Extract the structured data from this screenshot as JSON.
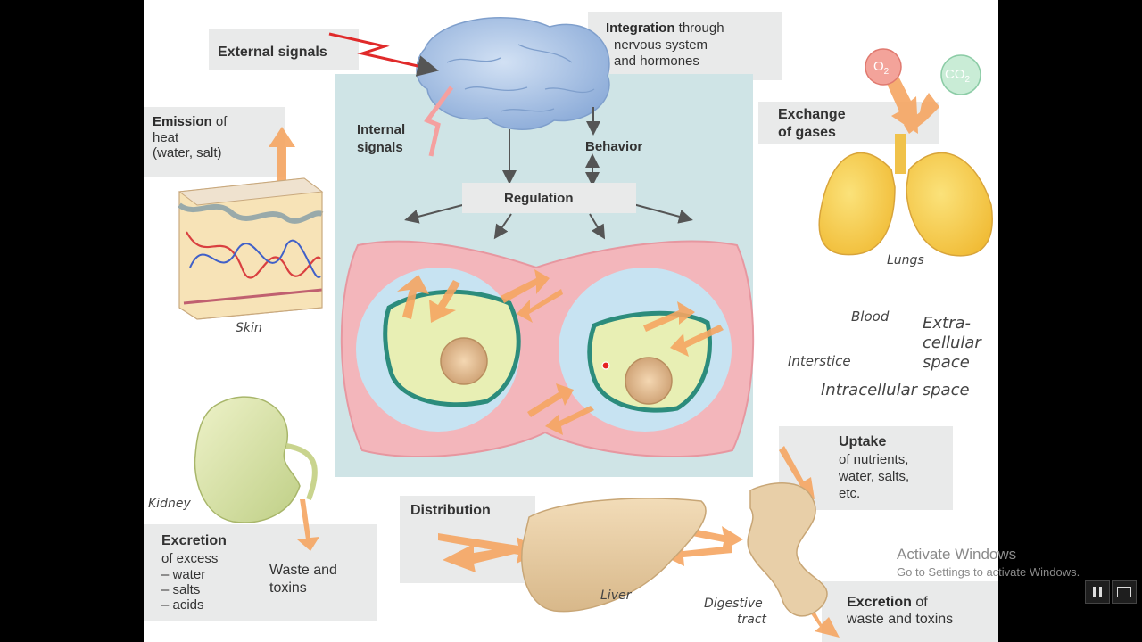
{
  "labels": {
    "external_signals": "External signals",
    "integration_bold": "Integration",
    "integration_rest": " through",
    "integration_line2": "nervous system",
    "integration_line3": "and hormones",
    "internal_line1": "Internal",
    "internal_line2": "signals",
    "behavior": "Behavior",
    "regulation": "Regulation",
    "emission_bold": "Emission",
    "emission_rest": " of",
    "emission_line2": "heat",
    "emission_line3": "(water, salt)",
    "skin": "Skin",
    "exchange_line1": "Exchange",
    "exchange_line2": "of gases",
    "o2": "O",
    "o2_sub": "2",
    "co2": "CO",
    "co2_sub": "2",
    "lungs": "Lungs",
    "blood": "Blood",
    "interstice": "Interstice",
    "extracellular_1": "Extra-",
    "extracellular_2": "cellular",
    "extracellular_3": "space",
    "intracellular": "Intracellular space",
    "kidney": "Kidney",
    "excretion_title": "Excretion",
    "excretion_l1": "of excess",
    "excretion_l2": "– water",
    "excretion_l3": "– salts",
    "excretion_l4": "– acids",
    "waste_1": "Waste and",
    "waste_2": "toxins",
    "distribution": "Distribution",
    "liver": "Liver",
    "uptake_title": "Uptake",
    "uptake_l1": "of nutrients,",
    "uptake_l2": "water, salts,",
    "uptake_l3": "etc.",
    "digestive_1": "Digestive",
    "digestive_2": "tract",
    "excretion2_bold": "Excretion",
    "excretion2_rest": " of",
    "excretion2_line2": "waste and toxins"
  },
  "watermark": {
    "line1": "Activate Windows",
    "line2": "Go to Settings to activate Windows."
  },
  "icons": {
    "pause": "pause-icon",
    "screen": "screen-icon"
  },
  "colors": {
    "panel_bg": "#cfe4e6",
    "cell_membrane": "#f3b6bb",
    "cytoplasm": "#e8efb4",
    "cell_border": "#2c8c7c",
    "nucleus": "#e2b98d",
    "arrow_orange": "#f5a561",
    "red_signal": "#e02a2a",
    "brain": "#a9c3e6",
    "lungs": "#f5c842",
    "kidney": "#d6dfa6",
    "liver": "#e8cfa8",
    "label_box": "#e9eaea"
  }
}
